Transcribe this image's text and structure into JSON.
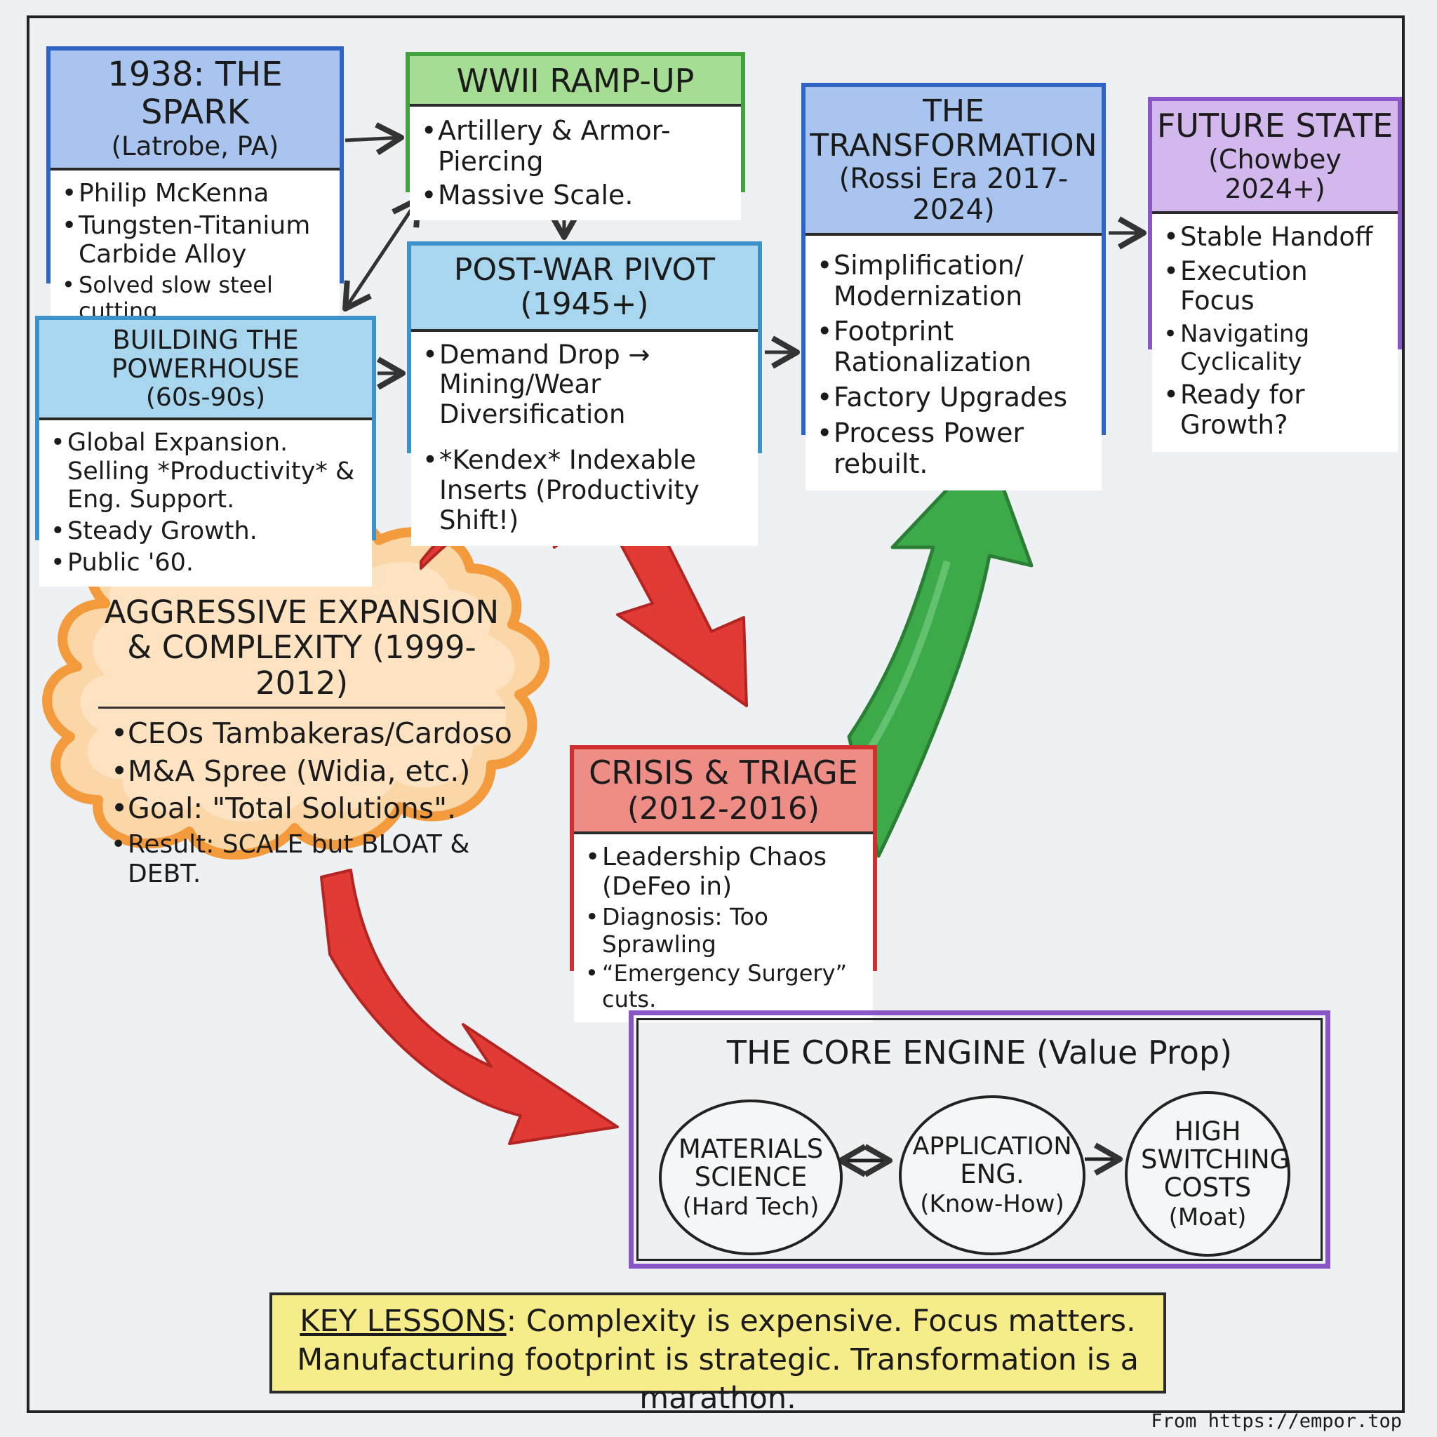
{
  "spark": {
    "title": "1938: THE SPARK",
    "subtitle": "(Latrobe, PA)",
    "items": [
      "Philip McKenna",
      "Tungsten-Titanium Carbide Alloy",
      "Solved slow steel cutting."
    ]
  },
  "wwii": {
    "title": "WWII RAMP-UP",
    "items": [
      "Artillery & Armor-Piercing",
      "Massive Scale."
    ]
  },
  "postwar": {
    "title": "POST-WAR PIVOT (1945+)",
    "items": [
      "Demand Drop → Mining/Wear Diversification",
      "*Kendex* Indexable Inserts (Productivity Shift!)"
    ]
  },
  "powerhouse": {
    "title": "BUILDING THE POWERHOUSE",
    "subtitle": "(60s-90s)",
    "items": [
      "Global Expansion. Selling *Productivity* & Eng. Support.",
      "Steady Growth.",
      "Public '60."
    ]
  },
  "transformation": {
    "title": "THE TRANSFORMATION",
    "subtitle": "(Rossi Era 2017-2024)",
    "items": [
      "Simplification/ Modernization",
      "Footprint Rationalization",
      "Factory Upgrades",
      "Process Power rebuilt."
    ]
  },
  "future": {
    "title": "FUTURE STATE",
    "subtitle": "(Chowbey 2024+)",
    "items": [
      "Stable Handoff",
      "Execution Focus",
      "Navigating Cyclicality",
      "Ready for Growth?"
    ]
  },
  "expansion": {
    "title_line1": "AGGRESSIVE EXPANSION",
    "title_line2": "& COMPLEXITY (1999-2012)",
    "items": [
      "CEOs Tambakeras/Cardoso",
      "M&A Spree (Widia, etc.)",
      "Goal: \"Total Solutions\".",
      "Result: SCALE but BLOAT & DEBT."
    ]
  },
  "crisis": {
    "title": "CRISIS & TRIAGE",
    "subtitle": "(2012-2016)",
    "items": [
      "Leadership Chaos (DeFeo in)",
      "Diagnosis: Too Sprawling",
      "“Emergency Surgery” cuts."
    ]
  },
  "core_engine": {
    "title": "THE CORE ENGINE (Value Prop)",
    "nodes": [
      {
        "line1": "MATERIALS",
        "line2": "SCIENCE",
        "note": "(Hard Tech)"
      },
      {
        "line1": "APPLICATION",
        "line2": "ENG.",
        "note": "(Know-How)"
      },
      {
        "line1": "HIGH",
        "line2": "SWITCHING COSTS",
        "note": "(Moat)"
      }
    ]
  },
  "lessons": {
    "label": "KEY LESSONS",
    "line1": ": Complexity is expensive. Focus matters.",
    "line2": "Manufacturing footprint is strategic. Transformation is a marathon."
  },
  "credit": "From https://empor.top",
  "colors": {
    "blue": "#2f64c4",
    "green": "#3fa23f",
    "lightblue": "#3d92c9",
    "purple": "#8a55c7",
    "red": "#cf2f2f",
    "orange": "#f39a3c",
    "yellow": "#f6ec8a"
  }
}
